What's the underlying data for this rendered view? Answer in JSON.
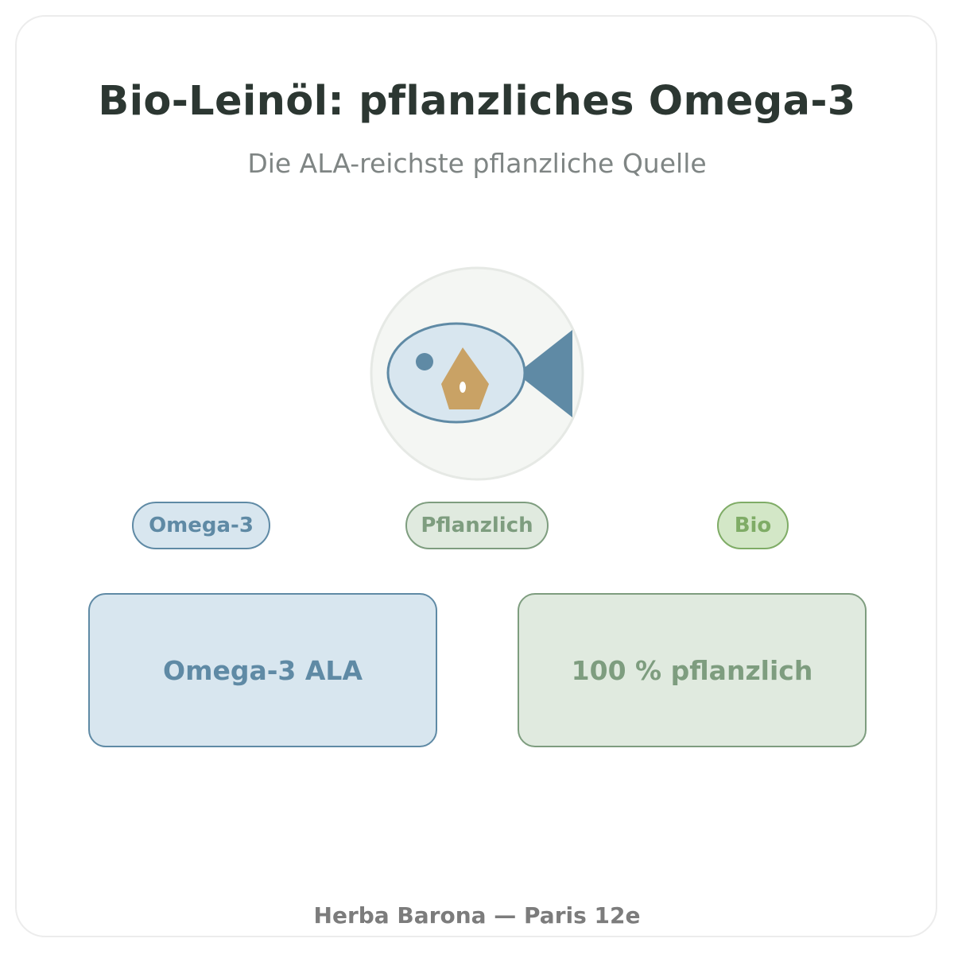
{
  "header": {
    "title": "Bio-Leinöl: pflanzliches Omega-3",
    "subtitle": "Die ALA-reichste pflanzliche Quelle"
  },
  "emblem": {
    "icon": "fish-with-seed-icon",
    "colors": {
      "circle_fill": "#f4f6f3",
      "circle_stroke": "#e6e9e5",
      "fish_body": "#d8e6ef",
      "fish_outline": "#5f8aa5",
      "seed": "#c9a265"
    }
  },
  "badges": [
    {
      "label": "Omega-3",
      "color": "#5f8aa5"
    },
    {
      "label": "Pflanzlich",
      "color": "#7e9d7f"
    },
    {
      "label": "Bio",
      "color": "#7fac66"
    }
  ],
  "highlights": [
    {
      "label": "Omega-3 ALA",
      "color": "#5f8aa5"
    },
    {
      "label": "100 % pflanzlich",
      "color": "#7e9d7f"
    }
  ],
  "footer": {
    "text": "Herba Barona — Paris 12e"
  }
}
